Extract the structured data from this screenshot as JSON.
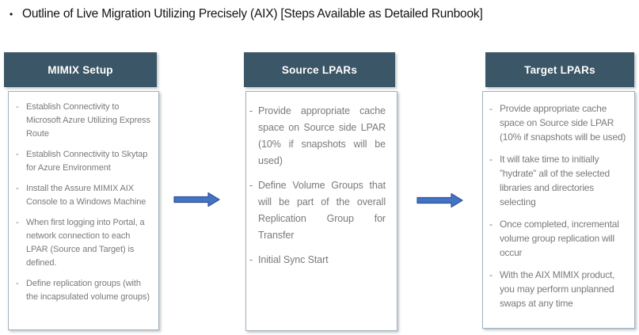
{
  "title": {
    "bullet": "•",
    "text": "Outline of Live Migration Utilizing Precisely (AIX) [Steps Available as Detailed Runbook]"
  },
  "columns": [
    {
      "header": "MIMIX Setup",
      "items": [
        "Establish Connectivity to Microsoft Azure Utilizing Express Route",
        "Establish Connectivity to Skytap for Azure Environment",
        "Install the Assure MIMIX AIX Console to a Windows Machine",
        "When first logging into Portal, a network connection to each LPAR (Source and Target) is defined.",
        "Define replication groups (with the incapsulated volume groups)"
      ]
    },
    {
      "header": "Source LPARs",
      "items": [
        "Provide appropriate cache space on Source side LPAR (10% if snapshots will be used)",
        "Define Volume Groups that will be part of the overall Replication Group for Transfer",
        "Initial Sync Start"
      ]
    },
    {
      "header": "Target LPARs",
      "items": [
        "Provide appropriate cache space on Source side LPAR (10% if snapshots will be used)",
        "It will take time to initially ”hydrate” all of the selected libraries and directories selecting",
        "Once completed, incremental volume group replication will occur",
        "With the AIX MIMIX product, you may perform unplanned swaps at any time"
      ]
    }
  ],
  "arrows": [
    {
      "name": "mimix-setup-to-source-lpars",
      "direction": "right"
    },
    {
      "name": "source-lpars-to-target-lpars",
      "direction": "right"
    }
  ],
  "colors": {
    "header_bg": "#3b5666",
    "header_text": "#ffffff",
    "body_border": "#9fb1bf",
    "body_text": "#7a7a7a",
    "arrow_fill": "#4472c4",
    "arrow_stroke": "#2f5496",
    "title_text": "#131313",
    "background": "#ffffff"
  }
}
